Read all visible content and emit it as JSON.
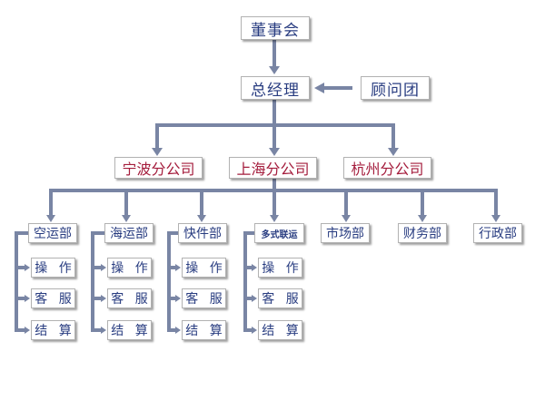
{
  "colors": {
    "connector": "#7985a4",
    "text": "#283c80",
    "branch_text": "#a41c3c",
    "box_border": "#b2b2b2",
    "background": "#ffffff"
  },
  "board": "董事会",
  "general_manager": "总经理",
  "advisory_group": "顾问团",
  "branches": [
    "宁波分公司",
    "上海分公司",
    "杭州分公司"
  ],
  "departments": [
    {
      "label": "空运部",
      "subs": [
        "操 作",
        "客 服",
        "结 算"
      ]
    },
    {
      "label": "海运部",
      "subs": [
        "操 作",
        "客 服",
        "结 算"
      ]
    },
    {
      "label": "快件部",
      "subs": [
        "操 作",
        "客 服",
        "结 算"
      ]
    },
    {
      "label": "多式联运",
      "subs": [
        "操 作",
        "客 服",
        "结 算"
      ]
    },
    {
      "label": "市场部",
      "subs": []
    },
    {
      "label": "财务部",
      "subs": []
    },
    {
      "label": "行政部",
      "subs": []
    }
  ]
}
